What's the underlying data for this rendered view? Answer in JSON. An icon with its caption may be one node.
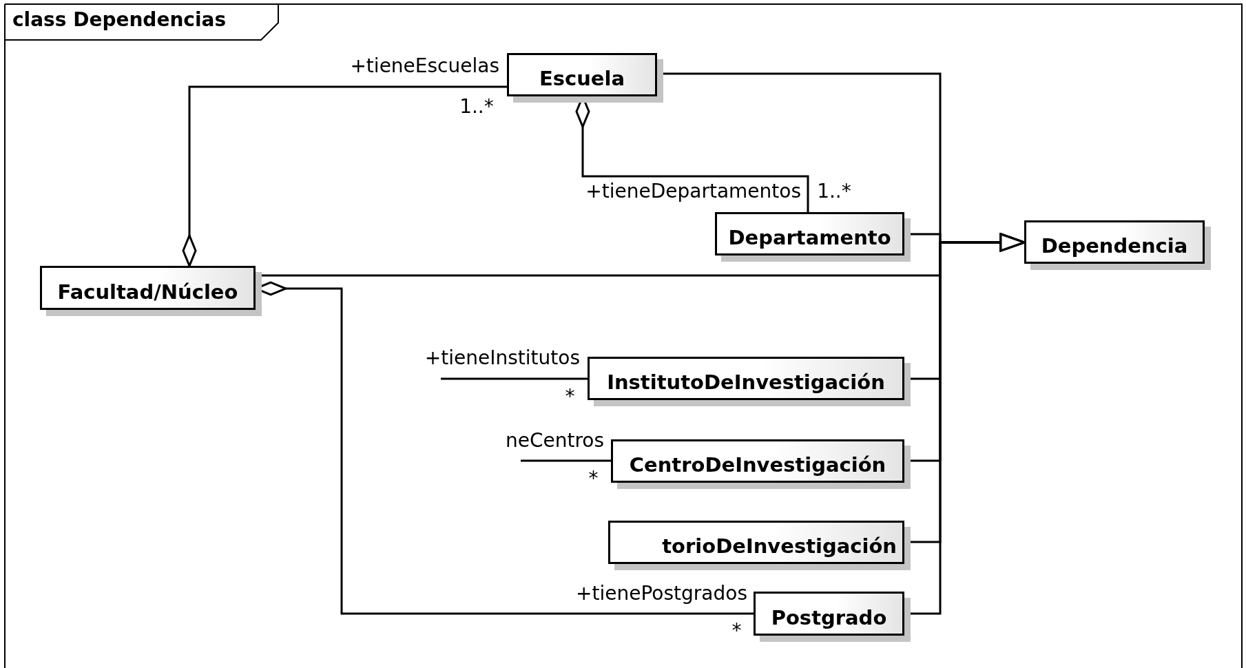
{
  "diagram": {
    "title": "class Dependencias",
    "nodes": [
      {
        "text": [
          "Escuela"
        ]
      },
      {
        "text": [
          "Departamento"
        ]
      },
      {
        "text": [
          "Dependencia"
        ]
      },
      {
        "text": [
          "Facultad/Núcleo"
        ]
      },
      {
        "text": [
          "InstitutoDeInvestigación"
        ]
      },
      {
        "text": [
          "CentroDeInvestigación"
        ]
      },
      {
        "text": [
          "torioDeInvestigación"
        ]
      },
      {
        "text": [
          "Postgrado"
        ]
      }
    ],
    "edges": [
      {
        "from": 3,
        "to": 0,
        "arrow": "other",
        "label": "+tieneEscuelas"
      },
      {
        "from": 0,
        "to": 1,
        "arrow": "other",
        "label": "+tieneDepartamentos"
      },
      {
        "from": 3,
        "to": 7,
        "arrow": "other",
        "label": "+tienePostgrados"
      },
      {
        "from": null,
        "to": 4,
        "arrow": "none",
        "label": "+tieneInstitutos"
      },
      {
        "from": null,
        "to": 5,
        "arrow": "none",
        "label": "neCentros"
      },
      {
        "from": 0,
        "to": 2,
        "arrow": "to"
      },
      {
        "from": 1,
        "to": 2,
        "arrow": "to"
      },
      {
        "from": 3,
        "to": 2,
        "arrow": "to"
      },
      {
        "from": 4,
        "to": 2,
        "arrow": "to"
      },
      {
        "from": 5,
        "to": 2,
        "arrow": "to"
      },
      {
        "from": 6,
        "to": 2,
        "arrow": "to"
      },
      {
        "from": 7,
        "to": 2,
        "arrow": "to"
      }
    ],
    "labels": [
      "1..*",
      "1..*",
      "*",
      "*",
      "*"
    ]
  }
}
